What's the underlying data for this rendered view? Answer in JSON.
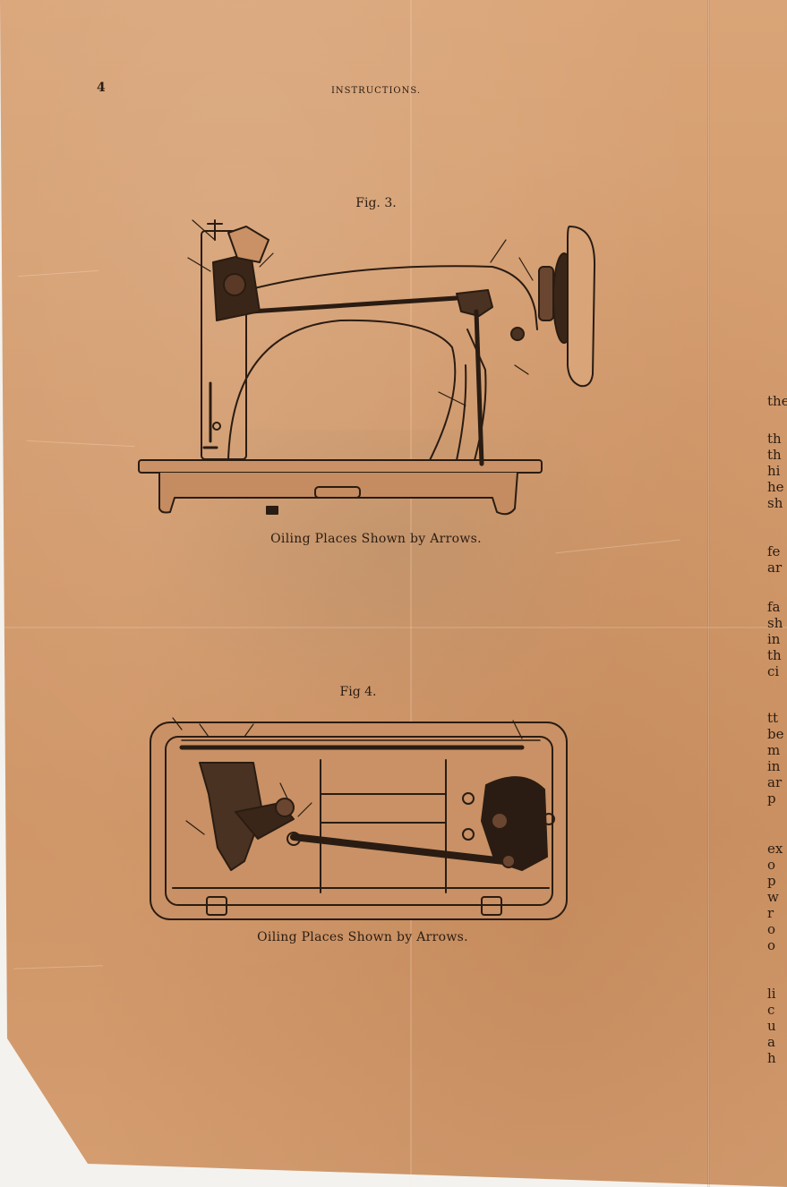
{
  "header": {
    "page_number": "4",
    "running_title": "INSTRUCTIONS."
  },
  "figures": [
    {
      "label": "Fig. 3.",
      "caption": "Oiling Places Shown by Arrows.",
      "icon": "sewing-machine-side-view-illustration"
    },
    {
      "label": "Fig 4.",
      "caption": "Oiling Places Shown by Arrows.",
      "icon": "sewing-machine-underside-illustration"
    }
  ],
  "facing_page_fragments": [
    "the",
    "th",
    "th",
    "hi",
    "he",
    "sh",
    "fe",
    "ar",
    "fa",
    "sh",
    "in",
    "th",
    "ci",
    "tt",
    "be",
    "m",
    "in",
    "ar",
    "p",
    "ex",
    "o",
    "p",
    "w",
    "r",
    "o",
    "o",
    "li",
    "c",
    "u",
    "a",
    "h"
  ],
  "colors": {
    "paper": "#d39b6d",
    "ink": "#2a1c12"
  }
}
